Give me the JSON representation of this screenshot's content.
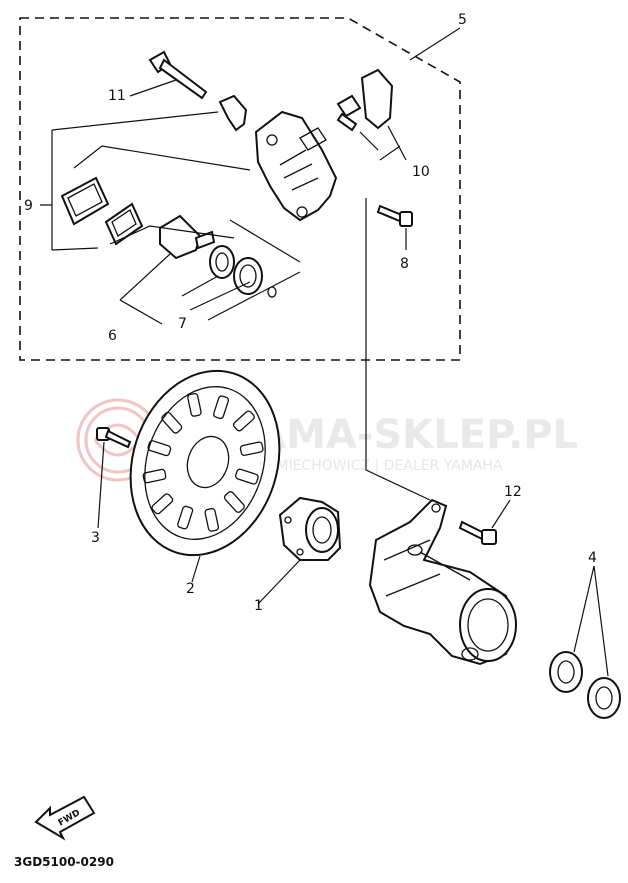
{
  "watermark": {
    "site": "YAMA-SKLEP.PL",
    "dealer": "WWW.MIECHOWICZ | DEALER YAMAHA"
  },
  "callouts": {
    "n1": "1",
    "n2": "2",
    "n3": "3",
    "n4": "4",
    "n5": "5",
    "n6": "6",
    "n7": "7",
    "n8": "8",
    "n9": "9",
    "n10": "10",
    "n11": "11",
    "n12": "12"
  },
  "direction_badge": "FWD",
  "diagram_code": "3GD5100-0290",
  "colors": {
    "line": "#111111",
    "watermark": "#e8e8e8",
    "logo": "#f3c4c4"
  }
}
